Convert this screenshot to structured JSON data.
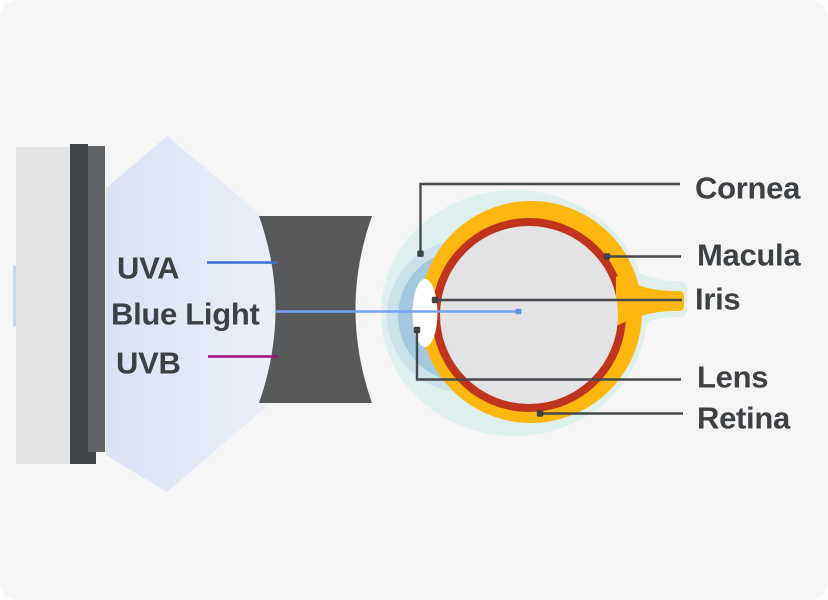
{
  "rays": [
    {
      "id": "uva",
      "label": "UVA"
    },
    {
      "id": "blue_light",
      "label": "Blue Light"
    },
    {
      "id": "uvb",
      "label": "UVB"
    }
  ],
  "eye_parts": [
    {
      "id": "cornea",
      "label": "Cornea"
    },
    {
      "id": "macula",
      "label": "Macula"
    },
    {
      "id": "iris",
      "label": "Iris"
    },
    {
      "id": "lens",
      "label": "Lens"
    },
    {
      "id": "retina",
      "label": "Retina"
    }
  ],
  "colors": {
    "background": "#f5f5f6",
    "text": "#3e4144",
    "pointer_line": "#46484b",
    "anchor_dot": "#3f4245",
    "screen_panel": "#e4e4e6",
    "screen_frame_dark": "#424548",
    "screen_frame_side": "#606366",
    "screen_edge_accent": "#c7d3f0",
    "beam": "#d9e1f7",
    "uva_ray": "#3a6fd3",
    "blue_light_ray": "#78a2f2",
    "blue_light_ray_end": "#6b93ea",
    "uvb_ray": "#9c137b",
    "lens_filter": "#57585a",
    "eye_halo": "#ddf0ee",
    "cornea_glow": "#cbe2ec",
    "cornea_blue": "#a4c8dd",
    "sclera_orange": "#fdb70e",
    "choroid_red": "#c0341d",
    "vitreous_gray": "#e3e3e5",
    "eye_lens_white": "#ffffff"
  }
}
